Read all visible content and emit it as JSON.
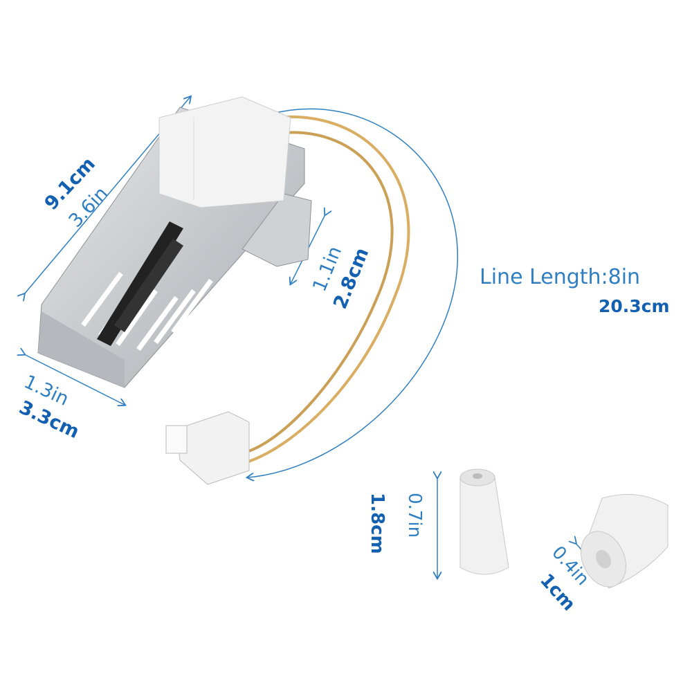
{
  "colors": {
    "annotation_light": "#2f7fc0",
    "annotation_bold": "#1460b0",
    "wire": "#d9ad62",
    "metal": "#c9cccf"
  },
  "dimensions": {
    "length": {
      "cm": "9.1cm",
      "in": "3.6in"
    },
    "height": {
      "in": "1.1in",
      "cm": "2.8cm"
    },
    "line_length": {
      "in": "Line Length:8in",
      "cm": "20.3cm"
    },
    "width": {
      "in": "1.3in",
      "cm": "3.3cm"
    },
    "nut_height": {
      "in": "0.7in",
      "cm": "1.8cm"
    },
    "nut_diameter": {
      "in": "0.4in",
      "cm": "1cm"
    }
  }
}
